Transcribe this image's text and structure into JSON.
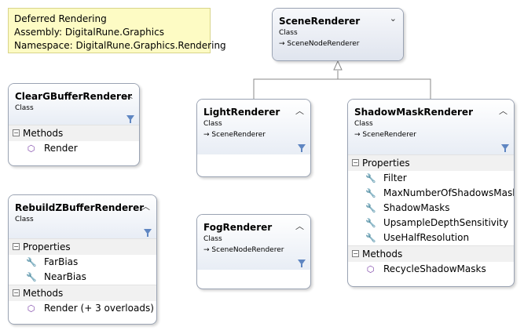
{
  "note": {
    "title": "Deferred Rendering",
    "assembly": "Assembly: DigitalRune.Graphics",
    "namespace": "Namespace: DigitalRune.Graphics.Rendering"
  },
  "icons": {
    "collapse": "chevron-up-icon",
    "expand": "chevron-down-icon",
    "filter": "filter-icon",
    "method": "method-cube-icon",
    "property": "property-wrench-icon",
    "inheritance": "arrow-right-icon"
  },
  "classes": {
    "scene_renderer": {
      "name": "SceneRenderer",
      "stereotype": "Class",
      "base": "SceneNodeRenderer"
    },
    "clear_gbuffer": {
      "name": "ClearGBufferRenderer",
      "stereotype": "Class",
      "methods_label": "Methods",
      "methods": [
        "Render"
      ]
    },
    "light": {
      "name": "LightRenderer",
      "stereotype": "Class",
      "base": "SceneRenderer"
    },
    "shadow_mask": {
      "name": "ShadowMaskRenderer",
      "stereotype": "Class",
      "base": "SceneRenderer",
      "properties_label": "Properties",
      "properties": [
        "Filter",
        "MaxNumberOfShadowsMasks",
        "ShadowMasks",
        "UpsampleDepthSensitivity",
        "UseHalfResolution"
      ],
      "methods_label": "Methods",
      "methods": [
        "RecycleShadowMasks"
      ]
    },
    "rebuild_zbuffer": {
      "name": "RebuildZBufferRenderer",
      "stereotype": "Class",
      "properties_label": "Properties",
      "properties": [
        "FarBias",
        "NearBias"
      ],
      "methods_label": "Methods",
      "methods": [
        "Render (+ 3 overloads)"
      ]
    },
    "fog": {
      "name": "FogRenderer",
      "stereotype": "Class",
      "base": "SceneNodeRenderer"
    }
  }
}
